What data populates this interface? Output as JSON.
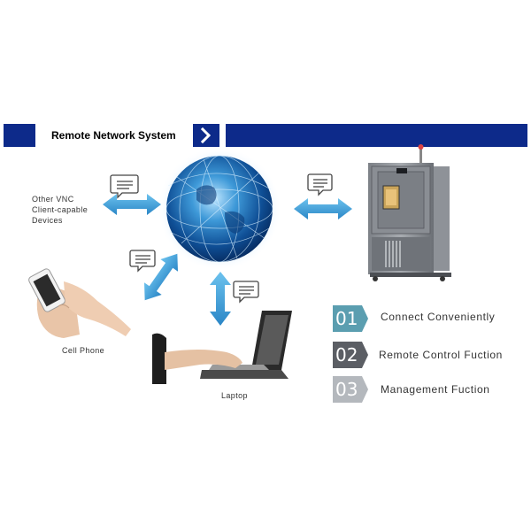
{
  "banner": {
    "title": "Remote Network System"
  },
  "nodes": {
    "vnc_devices": [
      "Other VNC",
      "Client-capable",
      "Devices"
    ],
    "cell_phone": "Cell Phone",
    "laptop": "Laptop"
  },
  "features": [
    {
      "num": "01",
      "label": "Connect Conveniently",
      "color": "#5b9eb0"
    },
    {
      "num": "02",
      "label": "Remote Control Fuction",
      "color": "#5b5e64"
    },
    {
      "num": "03",
      "label": "Management Fuction",
      "color": "#b4b8bd"
    }
  ],
  "colors": {
    "banner": "#0d2a8a",
    "arrow": "#3a9bd1",
    "globe": "#2b7fc4"
  }
}
